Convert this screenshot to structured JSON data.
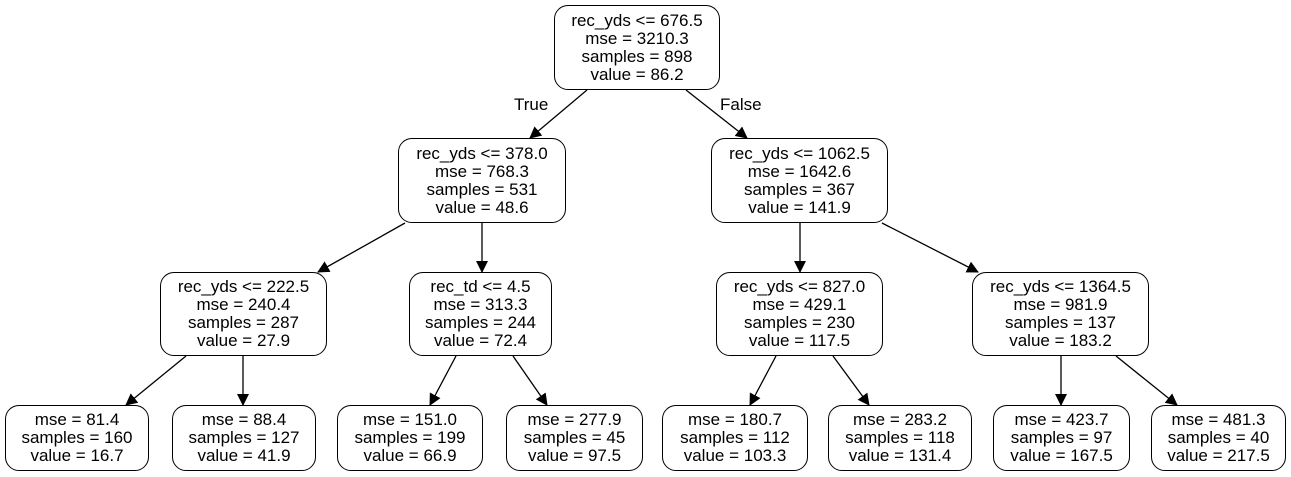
{
  "tree": {
    "branch_labels": {
      "true": "True",
      "false": "False"
    },
    "nodes": {
      "n0": {
        "split": "rec_yds <= 676.5",
        "mse": "mse = 3210.3",
        "samples": "samples = 898",
        "value": "value = 86.2"
      },
      "n1": {
        "split": "rec_yds <= 378.0",
        "mse": "mse = 768.3",
        "samples": "samples = 531",
        "value": "value = 48.6"
      },
      "n2": {
        "split": "rec_yds <= 1062.5",
        "mse": "mse = 1642.6",
        "samples": "samples = 367",
        "value": "value = 141.9"
      },
      "n3": {
        "split": "rec_yds <= 222.5",
        "mse": "mse = 240.4",
        "samples": "samples = 287",
        "value": "value = 27.9"
      },
      "n4": {
        "split": "rec_td <= 4.5",
        "mse": "mse = 313.3",
        "samples": "samples = 244",
        "value": "value = 72.4"
      },
      "n5": {
        "split": "rec_yds <= 827.0",
        "mse": "mse = 429.1",
        "samples": "samples = 230",
        "value": "value = 117.5"
      },
      "n6": {
        "split": "rec_yds <= 1364.5",
        "mse": "mse = 981.9",
        "samples": "samples = 137",
        "value": "value = 183.2"
      },
      "l1": {
        "mse": "mse = 81.4",
        "samples": "samples = 160",
        "value": "value = 16.7"
      },
      "l2": {
        "mse": "mse = 88.4",
        "samples": "samples = 127",
        "value": "value = 41.9"
      },
      "l3": {
        "mse": "mse = 151.0",
        "samples": "samples = 199",
        "value": "value = 66.9"
      },
      "l4": {
        "mse": "mse = 277.9",
        "samples": "samples = 45",
        "value": "value = 97.5"
      },
      "l5": {
        "mse": "mse = 180.7",
        "samples": "samples = 112",
        "value": "value = 103.3"
      },
      "l6": {
        "mse": "mse = 283.2",
        "samples": "samples = 118",
        "value": "value = 131.4"
      },
      "l7": {
        "mse": "mse = 423.7",
        "samples": "samples = 97",
        "value": "value = 167.5"
      },
      "l8": {
        "mse": "mse = 481.3",
        "samples": "samples = 40",
        "value": "value = 217.5"
      }
    }
  }
}
